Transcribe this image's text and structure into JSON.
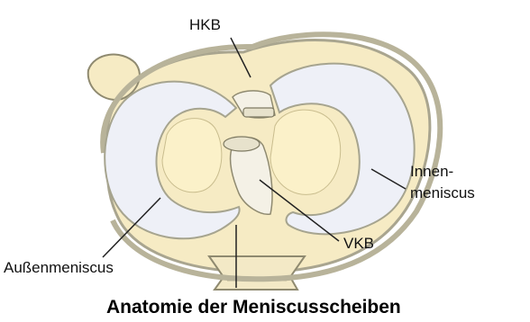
{
  "labels": {
    "hkb": "HKB",
    "innen_line1": "Innen-",
    "innen_line2": "meniscus",
    "vkb": "VKB",
    "aussen": "Außenmeniscus"
  },
  "title": "Anatomie der Meniscusscheiben",
  "colors": {
    "meniscus": "#eef0f7",
    "meniscus_shade": "#c9cde0",
    "bone": "#f6ebc4",
    "bone_shade": "#e2d29c",
    "cartilage_hole": "#fbf1c9",
    "rim": "#a9a58f",
    "ligament": "#f4f1e6",
    "leader_line": "#222222"
  }
}
